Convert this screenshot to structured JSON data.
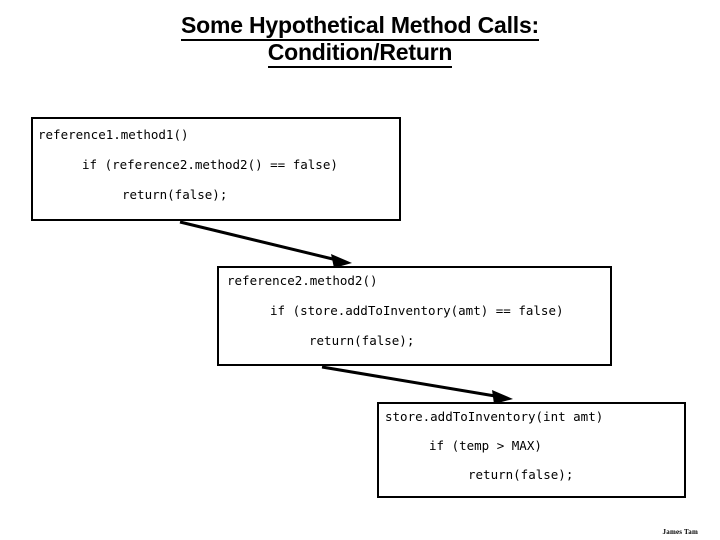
{
  "slide": {
    "background_color": "#ffffff",
    "text_color": "#000000"
  },
  "title": {
    "line1": "Some Hypothetical Method Calls:",
    "line2": "Condition/Return",
    "underlined": true,
    "bold": true
  },
  "boxes": [
    {
      "id": "box-reference1-method1",
      "lines": [
        "reference1.method1()",
        "if (reference2.method2() == false)",
        "return(false);"
      ]
    },
    {
      "id": "box-reference2-method2",
      "lines": [
        "reference2.method2()",
        "if (store.addToInventory(amt) == false)",
        "return(false);"
      ]
    },
    {
      "id": "box-store-addtoinventory",
      "lines": [
        "store.addToInventory(int amt)",
        "if (temp > MAX)",
        "return(false);"
      ]
    }
  ],
  "arrows": [
    {
      "id": "arrow-box1-to-box2",
      "from": "box-reference1-method1",
      "to": "box-reference2-method2"
    },
    {
      "id": "arrow-box2-to-box3",
      "from": "box-reference2-method2",
      "to": "box-store-addtoinventory"
    }
  ],
  "signature": {
    "text": "James Tam"
  }
}
